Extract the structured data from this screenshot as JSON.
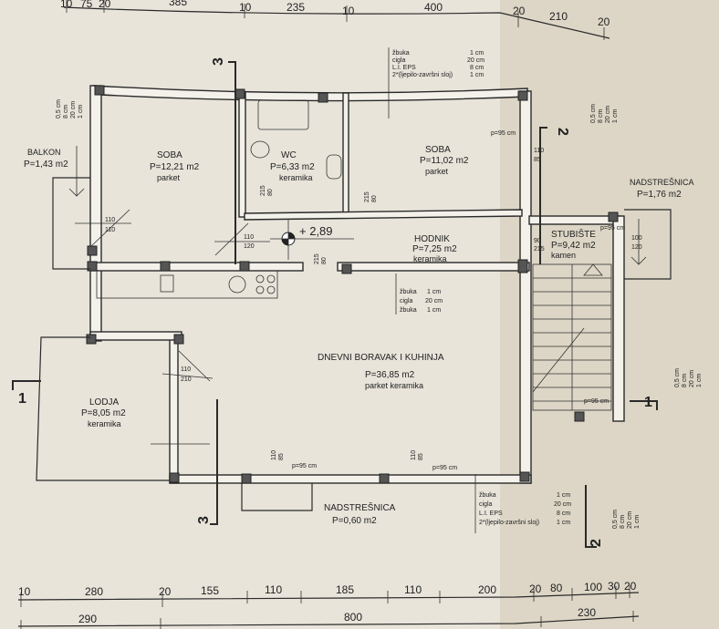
{
  "rooms": {
    "soba1": {
      "name": "SOBA",
      "area": "P=12,21 m2",
      "floor": "parket"
    },
    "wc": {
      "name": "WC",
      "area": "P=6,33 m2",
      "floor": "keramika"
    },
    "soba2": {
      "name": "SOBA",
      "area": "P=11,02 m2",
      "floor": "parket"
    },
    "hodnik": {
      "name": "HODNIK",
      "area": "P=7,25 m2",
      "floor": "keramika"
    },
    "stubiste": {
      "name": "STUBIŠTE",
      "area": "P=9,42 m2",
      "floor": "kamen"
    },
    "dnevni": {
      "name": "DNEVNI BORAVAK I KUHINJA",
      "area": "P=36,85 m2",
      "floor": "parket   keramika"
    },
    "lodja": {
      "name": "LODJA",
      "area": "P=8,05 m2",
      "floor": "keramika"
    },
    "balkon": {
      "name": "BALKON",
      "area": "P=1,43 m2"
    },
    "nadstresnica_right": {
      "name": "NADSTREŠNICA",
      "area": "P=1,76 m2"
    },
    "nadstresnica_bottom": {
      "name": "NADSTREŠNICA",
      "area": "P=0,60 m2"
    }
  },
  "level": "+ 2,89",
  "openings": {
    "d1": [
      "110",
      "110"
    ],
    "d2": [
      "110",
      "120"
    ],
    "d3": [
      "215",
      "80"
    ],
    "d4": [
      "215",
      "80"
    ],
    "d5": [
      "215",
      "80"
    ],
    "d6": [
      "90",
      "215"
    ],
    "d7": [
      "100",
      "120"
    ],
    "d8": [
      "110",
      "210"
    ],
    "w1": [
      "110",
      "85"
    ],
    "w2": [
      "110",
      "85"
    ],
    "w3": [
      "110",
      "85"
    ],
    "sill": "p=95 cm"
  },
  "layers_outer": [
    {
      "name": "žbuka",
      "value": "1 cm"
    },
    {
      "name": "cigla",
      "value": "20 cm"
    },
    {
      "name": "L.I. EPS",
      "value": "8 cm"
    },
    {
      "name": "2*(ljepilo-završni sloj)",
      "value": "1 cm"
    }
  ],
  "layers_inner": [
    {
      "name": "žbuka",
      "value": "1 cm"
    },
    {
      "name": "cigla",
      "value": "20 cm"
    },
    {
      "name": "žbuka",
      "value": "1 cm"
    }
  ],
  "layers_side": [
    "1 cm",
    "20 cm",
    "8 cm",
    "0,5 cm"
  ],
  "sections": {
    "s1": "1",
    "s2": "2",
    "s3": "3"
  },
  "dims_top": [
    "10",
    "75",
    "20",
    "385",
    "10",
    "235",
    "10",
    "400",
    "20",
    "210",
    "20"
  ],
  "dims_bottom_1": [
    "10",
    "280",
    "20",
    "155",
    "110",
    "185",
    "110",
    "200",
    "20",
    "80",
    "100",
    "30",
    "20"
  ],
  "dims_bottom_2": [
    "290",
    "800",
    "230"
  ]
}
